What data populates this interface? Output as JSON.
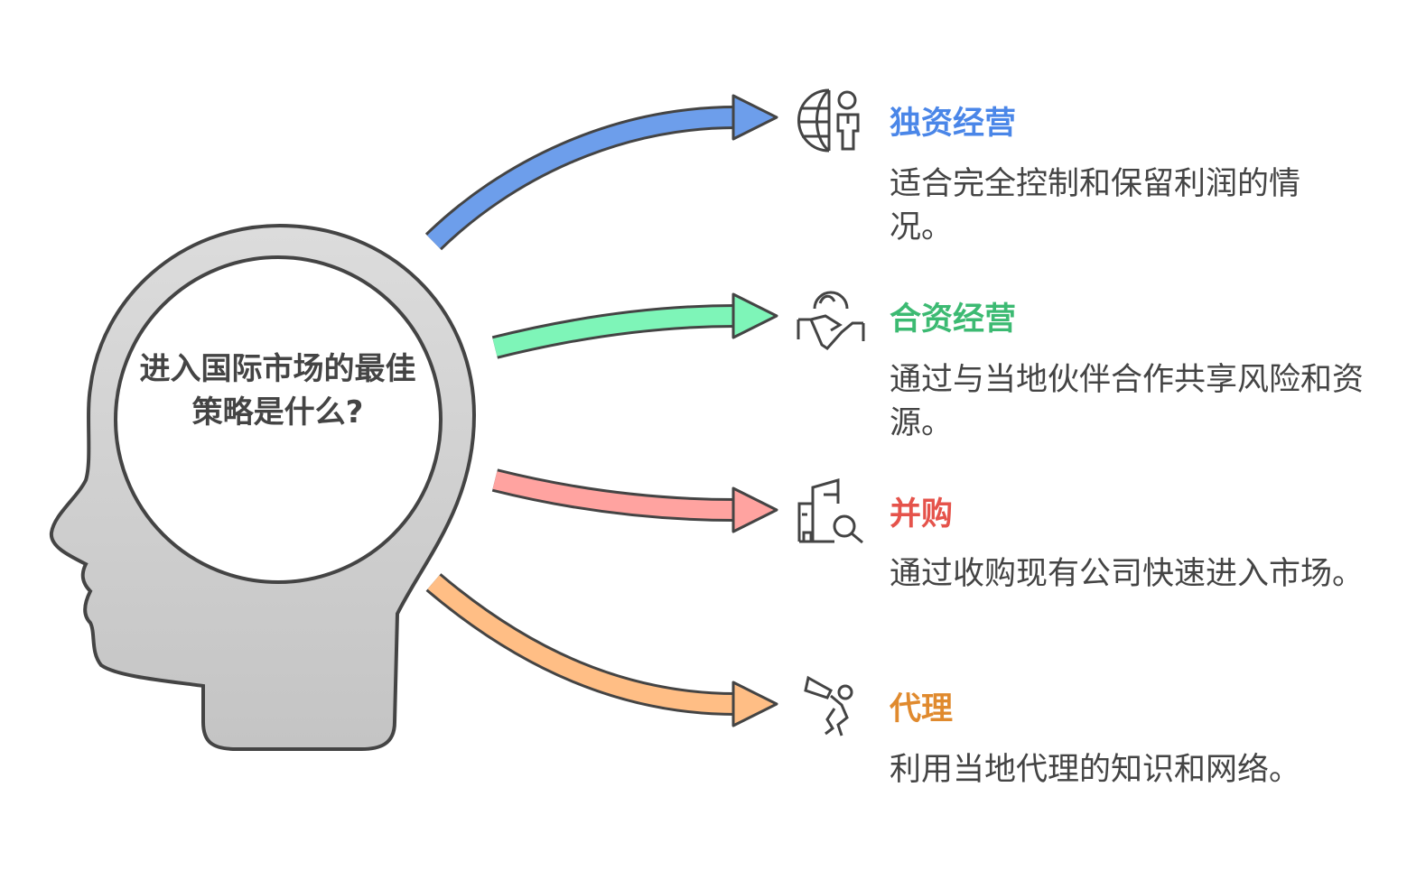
{
  "question": "进入国际市场的最佳策略是什么?",
  "options": [
    {
      "title": "独资经营",
      "description": "适合完全控制和保留利润的情况。",
      "color": "#4a86e8",
      "arrow_color": "#6d9eeb",
      "icon": "globe-person-icon"
    },
    {
      "title": "合资经营",
      "description": "通过与当地伙伴合作共享风险和资源。",
      "color": "#3cba72",
      "arrow_color": "#7ef5b8",
      "icon": "handshake-globe-icon"
    },
    {
      "title": "并购",
      "description": "通过收购现有公司快速进入市场。",
      "color": "#e5534b",
      "arrow_color": "#ffa3a0",
      "icon": "building-search-icon"
    },
    {
      "title": "代理",
      "description": "利用当地代理的知识和网络。",
      "color": "#e08a2e",
      "arrow_color": "#ffbe85",
      "icon": "megaphone-person-icon"
    }
  ]
}
